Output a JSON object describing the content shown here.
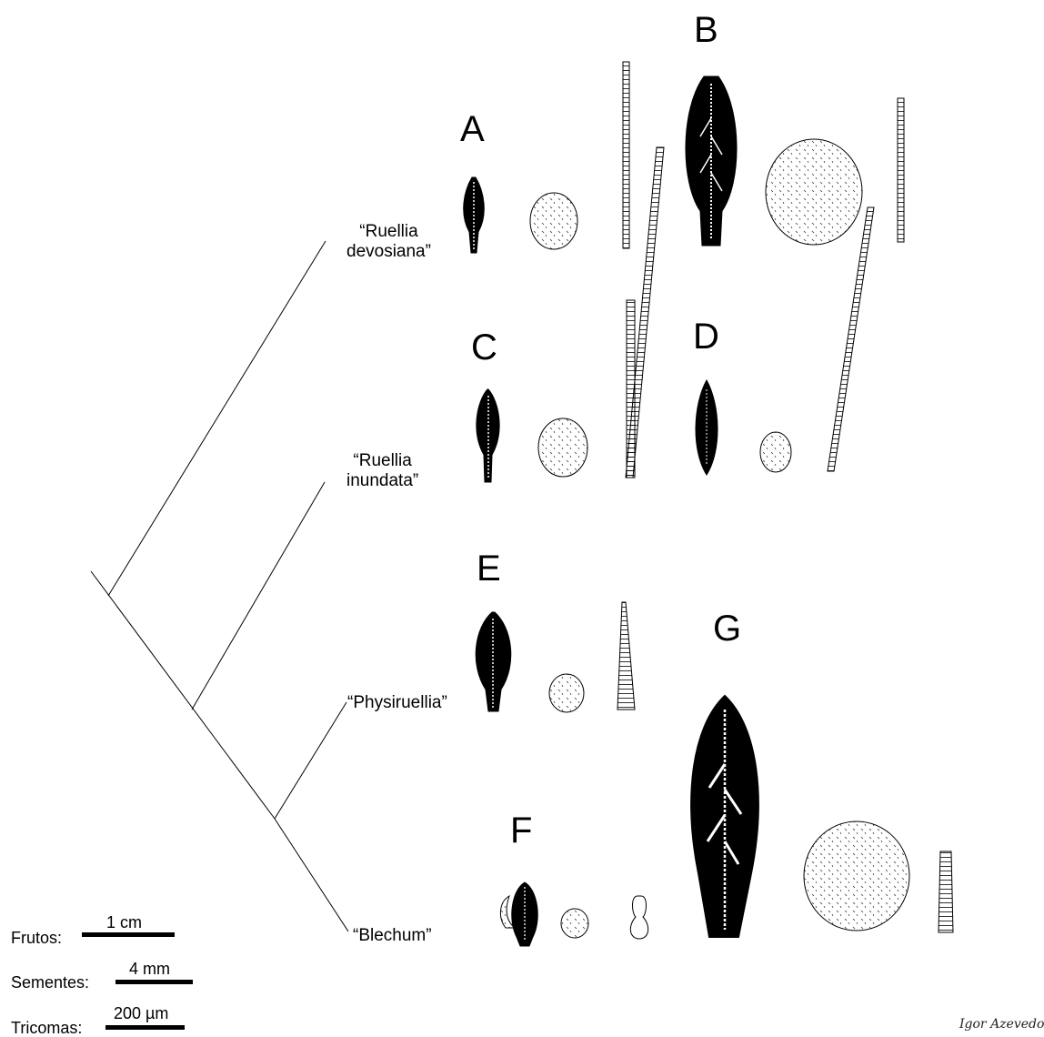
{
  "figure": {
    "panel_letters": [
      "A",
      "B",
      "C",
      "D",
      "E",
      "F",
      "G"
    ],
    "taxa": [
      {
        "line1": "“Ruellia",
        "line2": "devosiana”"
      },
      {
        "line1": "“Ruellia",
        "line2": "inundata”"
      },
      {
        "line1": "“Physiruellia”",
        "line2": ""
      },
      {
        "line1": "“Blechum”",
        "line2": ""
      }
    ],
    "scales": [
      {
        "label": "Frutos:",
        "value": "1 cm"
      },
      {
        "label": "Sementes:",
        "value": "4 mm"
      },
      {
        "label": "Tricomas:",
        "value": "200 µm"
      }
    ],
    "signature": "Igor Azevedo"
  }
}
